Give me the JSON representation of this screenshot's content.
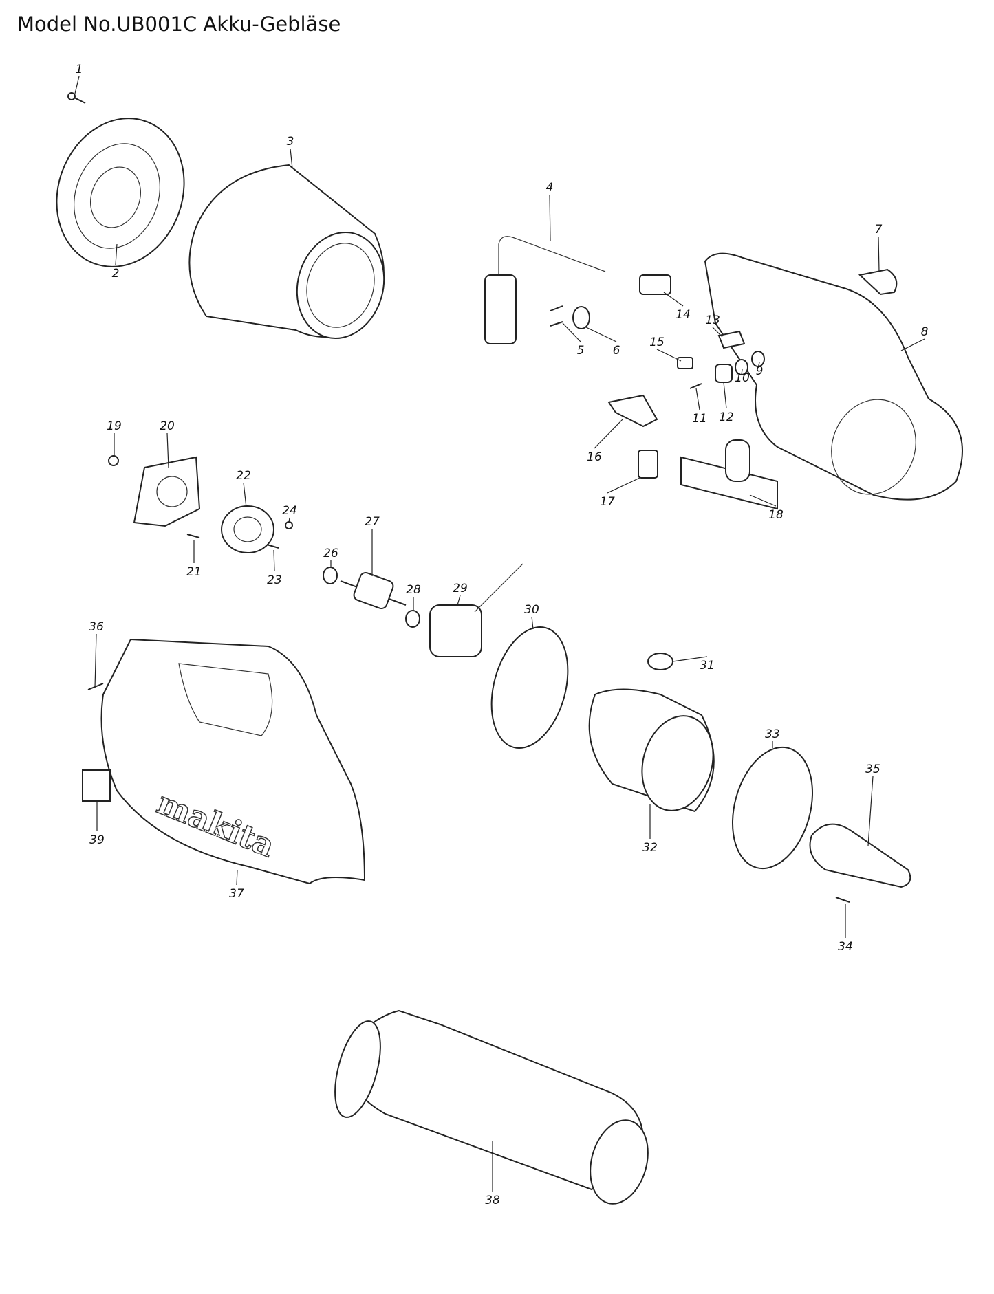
{
  "title": "Model No.UB001C Akku-Gebläse",
  "brand_logo": "makita",
  "part_labels": [
    "1",
    "2",
    "3",
    "4",
    "5",
    "6",
    "7",
    "8",
    "9",
    "10",
    "11",
    "12",
    "13",
    "14",
    "15",
    "16",
    "17",
    "18",
    "19",
    "20",
    "21",
    "22",
    "23",
    "24",
    "26",
    "27",
    "28",
    "29",
    "30",
    "31",
    "32",
    "33",
    "34",
    "35",
    "36",
    "37",
    "38",
    "39"
  ]
}
